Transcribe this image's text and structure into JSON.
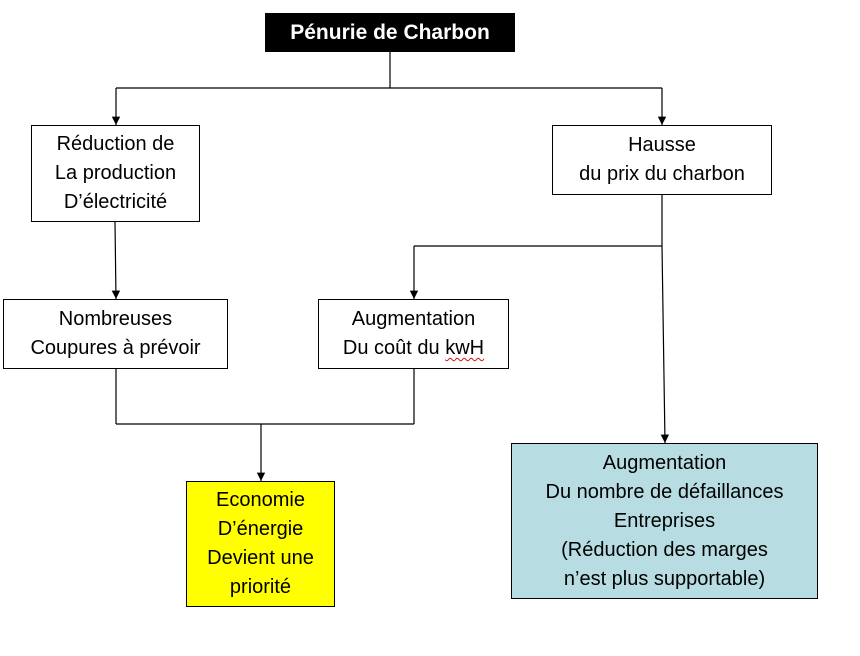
{
  "title": "Pénurie de Charbon",
  "nodes": {
    "reduction": {
      "lines": [
        "Réduction de",
        "La production",
        "D’électricité"
      ]
    },
    "hausse": {
      "lines": [
        "Hausse",
        "du prix du charbon"
      ]
    },
    "coupures": {
      "lines": [
        "Nombreuses",
        "Coupures à prévoir"
      ]
    },
    "augmentation_cout": {
      "line1": "Augmentation",
      "line2_prefix": "Du coût du ",
      "line2_flagged": "kwH"
    },
    "economie": {
      "lines": [
        "Economie",
        "D’énergie",
        "Devient une",
        "priorité"
      ]
    },
    "defaillances": {
      "lines": [
        "Augmentation",
        "Du nombre de défaillances",
        "Entreprises",
        "(Réduction des marges",
        "n’est plus supportable)"
      ]
    }
  },
  "colors": {
    "title_bg": "#000000",
    "title_text": "#ffffff",
    "economie_bg": "#ffff00",
    "defaillances_bg": "#b7dde3",
    "spellcheck_underline": "#d01010"
  }
}
